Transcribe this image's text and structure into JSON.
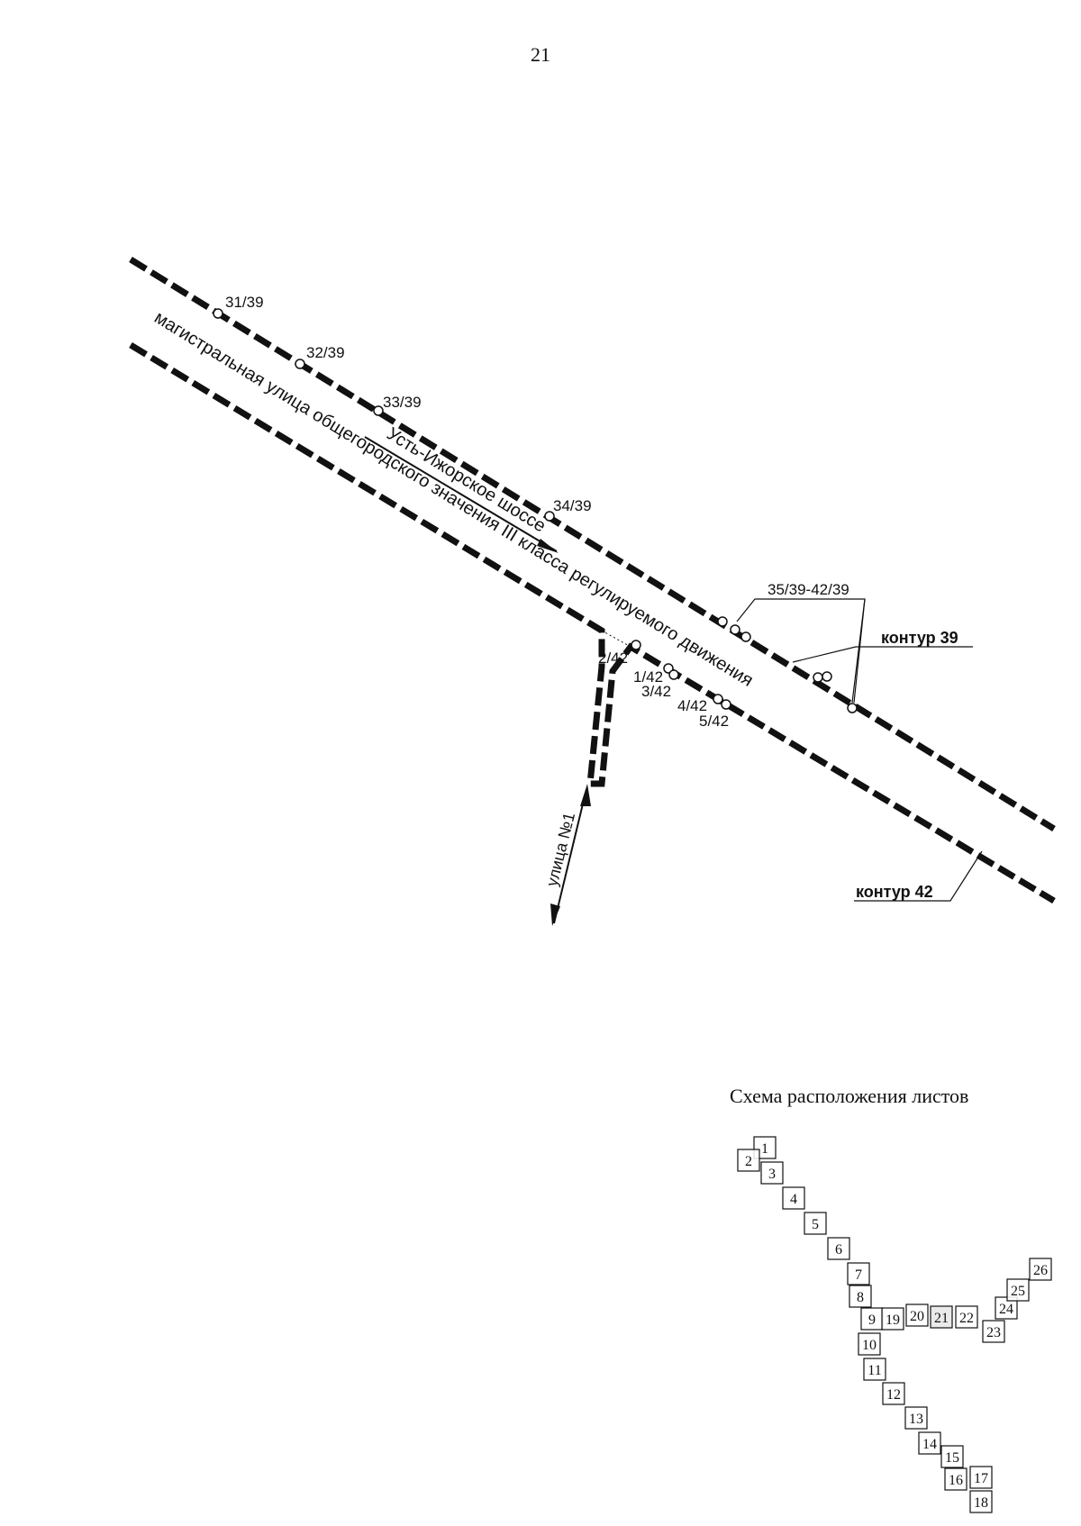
{
  "page_number": "21",
  "roads": {
    "main_street": "магистральная улица общегородского значения III класса регулируемого движения",
    "highway": "Усть-Ижорское шоссе",
    "side_street": "улица №1"
  },
  "points": {
    "p31": "31/39",
    "p32": "32/39",
    "p33": "33/39",
    "p34": "34/39",
    "p35": "35/39-42/39",
    "p1_42": "1/42",
    "p2_42": "2/42",
    "p3_42": "3/42",
    "p4_42": "4/42",
    "p5_42": "5/42"
  },
  "contours": {
    "c39": "контур 39",
    "c42": "контур 42"
  },
  "sheet_layout": {
    "title": "Схема расположения листов",
    "sheets": [
      "1",
      "2",
      "3",
      "4",
      "5",
      "6",
      "7",
      "8",
      "9",
      "10",
      "11",
      "12",
      "13",
      "14",
      "15",
      "16",
      "17",
      "18",
      "19",
      "20",
      "21",
      "22",
      "23",
      "24",
      "25",
      "26"
    ]
  }
}
